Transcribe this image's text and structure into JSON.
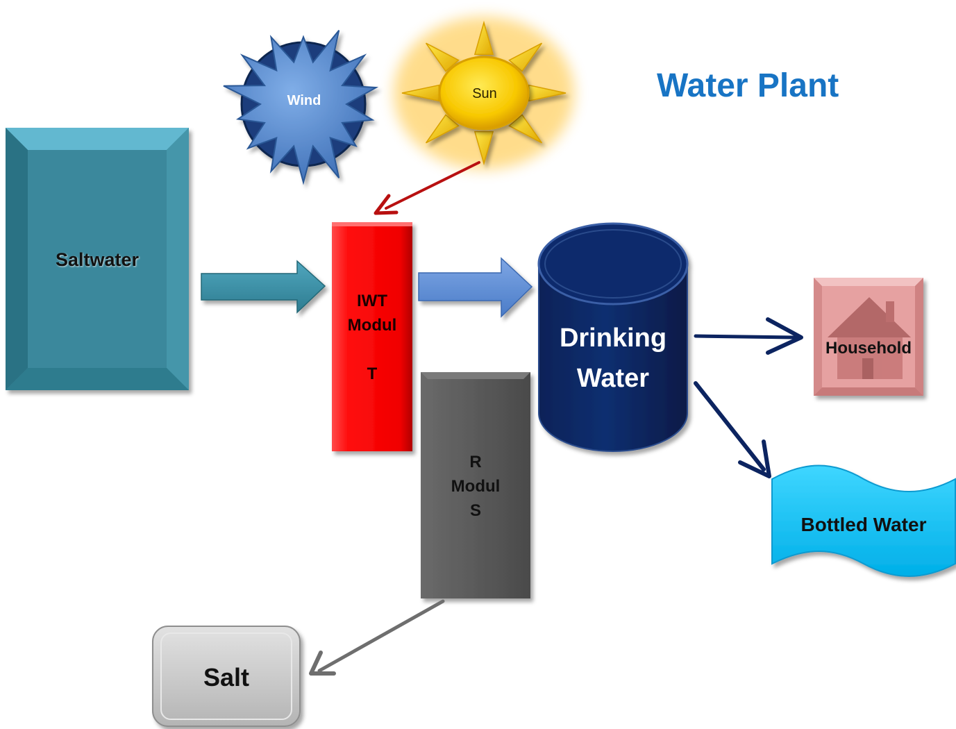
{
  "title": "Water Plant",
  "nodes": {
    "wind": {
      "label": "Wind"
    },
    "sun": {
      "label": "Sun"
    },
    "saltwater": {
      "label": "Saltwater"
    },
    "iwt_module": {
      "label": "IWT\nModul\n\nT"
    },
    "ro_module": {
      "label": "R\nModul\nS"
    },
    "drinking_water": {
      "label": "Drinking\nWater"
    },
    "household": {
      "label": "Household"
    },
    "bottled_water": {
      "label": "Bottled Water"
    },
    "salt": {
      "label": "Salt"
    }
  },
  "edges": [
    {
      "from": "saltwater",
      "to": "iwt_module"
    },
    {
      "from": "sun",
      "to": "iwt_module"
    },
    {
      "from": "iwt_module",
      "to": "drinking_water"
    },
    {
      "from": "drinking_water",
      "to": "household"
    },
    {
      "from": "drinking_water",
      "to": "bottled_water"
    },
    {
      "from": "ro_module",
      "to": "salt"
    }
  ],
  "colors": {
    "title": "#1874c4",
    "saltwater": "#3a889c",
    "wind": "#5b8fd6",
    "wind_disc": "#1b3c7c",
    "sun": "#ffd700",
    "iwt_module": "#f40e0e",
    "ro_module": "#5b5b5b",
    "drinking_water": "#0d2a66",
    "household": "#e6a1a1",
    "bottled_water": "#00bff2",
    "salt": "#c8c8c8",
    "arrow_red": "#b81010",
    "arrow_navy": "#0c2460",
    "arrow_grey": "#6e6e6e"
  }
}
